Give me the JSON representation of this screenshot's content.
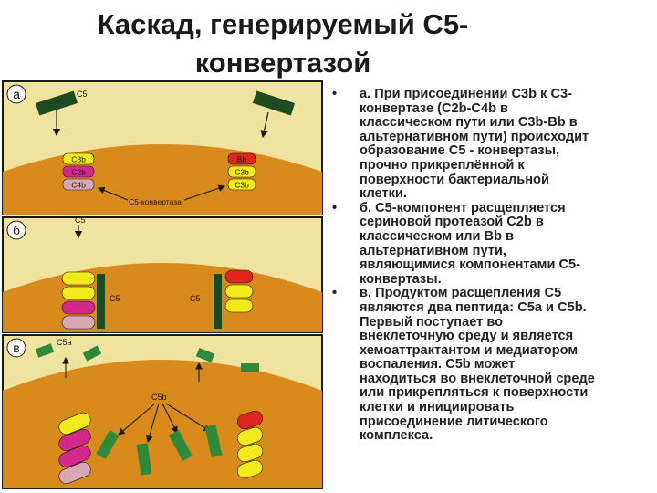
{
  "title": {
    "line1": "Каскад, генерируемый С5-",
    "line2": "конвертазой"
  },
  "figure": {
    "panels": [
      {
        "letter": "а",
        "c5_label": "C5",
        "left_stack": [
          "C3b",
          "C2b",
          "C4b"
        ],
        "right_stack": [
          "Bb",
          "C3b",
          "C3b"
        ],
        "convertase_label": "C5-конвертаза"
      },
      {
        "letter": "б",
        "c5_top_label": "C5",
        "left_c5_label": "C5",
        "right_c5_label": "C5"
      },
      {
        "letter": "в",
        "c5a_label": "C5a",
        "c5b_label": "C5b"
      }
    ],
    "colors": {
      "panel_bg": "#f0e3a0",
      "membrane": "#d98a1c",
      "frame": "#1a1a1a",
      "green": "#2e8a3a",
      "dark_green": "#1d4a1f",
      "yellow": "#f3ea1c",
      "magenta": "#d4288c",
      "pink": "#d9a6b4",
      "red": "#e0241e"
    }
  },
  "text": {
    "bullets": [
      {
        "marker": "•",
        "lines": [
          "а. При присоединении С3b к С3-",
          "конвертазе (С2b-С4b в",
          "классическом пути или С3b-Bb в",
          "альтернативном пути) происходит",
          "образование С5 - конвертазы,",
          "прочно прикреплённой к",
          "поверхности бактериальной",
          "клетки."
        ]
      },
      {
        "marker": "•",
        "lines": [
          "б. С5-компонент расщепляется",
          "сериновой протеазой С2b в",
          "классическом или Bb в",
          "альтернативном пути,",
          "являющимися компонентами С5-",
          "конвертазы."
        ]
      },
      {
        "marker": "•",
        "lines": [
          "в. Продуктом расщепления С5",
          "являются два пептида: С5а и С5b.",
          "Первый поступает во",
          "внеклеточную среду и является",
          "хемоаттрактантом и медиатором",
          "воспаления. С5b может",
          "находиться во внеклеточной среде",
          "или прикрепляться к поверхности",
          "клетки и инициировать",
          "присоединение литического",
          "комплекса."
        ]
      }
    ]
  }
}
